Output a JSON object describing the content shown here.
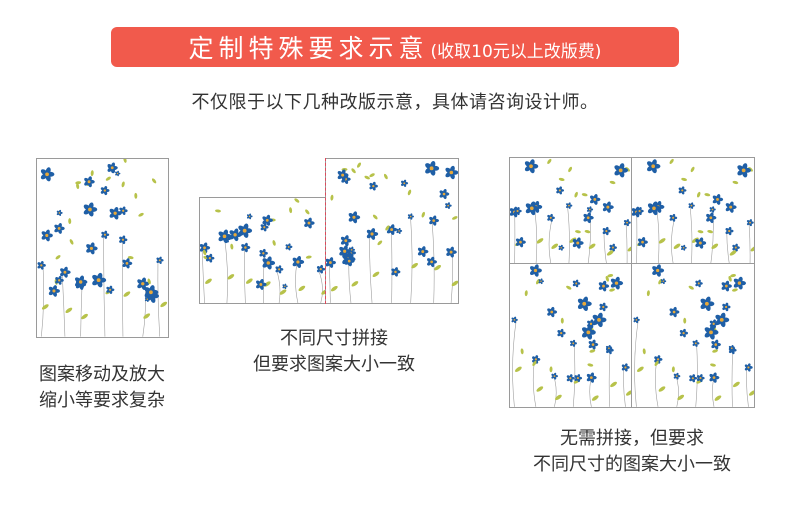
{
  "banner": {
    "title": "定制特殊要求示意",
    "note": "(收取10元以上改版费)"
  },
  "subtitle": "不仅限于以下几种改版示意，具体请咨询设计师。",
  "examples": [
    {
      "caption_line1": "图案移动及放大",
      "caption_line2": "缩小等要求复杂",
      "image": "blue-flower-pattern"
    },
    {
      "caption_line1": "不同尺寸拼接",
      "caption_line2": "但要求图案大小一致",
      "image": "blue-flower-pattern-spliced"
    },
    {
      "caption_line1": "无需拼接，但要求",
      "caption_line2": "不同尺寸的图案大小一致",
      "image": "blue-flower-pattern-tiled"
    }
  ],
  "colors": {
    "banner_bg": "#f15a4c",
    "flower_blue": "#1f5fa6",
    "flower_center": "#e8a93a",
    "leaf_green": "#b7c24a",
    "seam_red": "#e0485a"
  }
}
